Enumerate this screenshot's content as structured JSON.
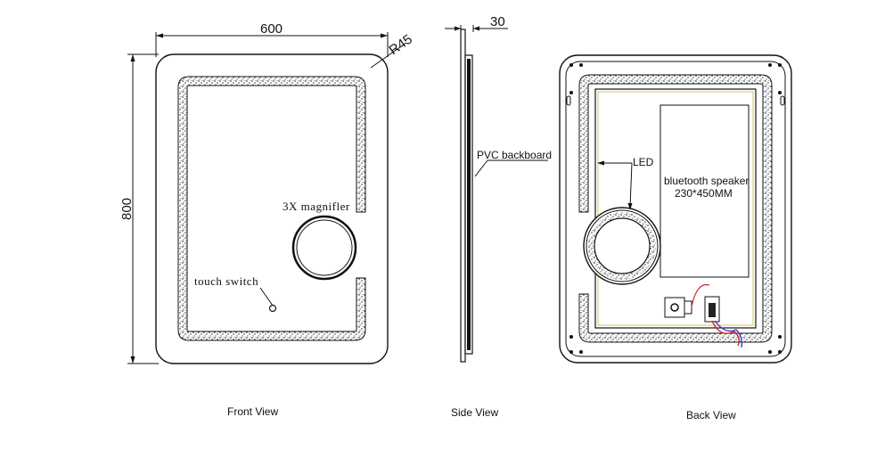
{
  "front_view": {
    "caption": "Front View",
    "width_dim": "600",
    "height_dim": "800",
    "radius_dim": "R45",
    "magnifier_label": "3X magnifler",
    "switch_label": "touch  switch"
  },
  "side_view": {
    "caption": "Side View",
    "depth_dim": "30",
    "backboard_label": "PVC backboard"
  },
  "back_view": {
    "caption": "Back View",
    "led_label": "LED",
    "speaker_label": "bluetooth speaker",
    "speaker_size": "230*450MM"
  },
  "colors": {
    "line": "#111111",
    "wire_red": "#cc2a2a",
    "wire_blue": "#3b3bd6",
    "inner_frame": "#d8c36a"
  }
}
